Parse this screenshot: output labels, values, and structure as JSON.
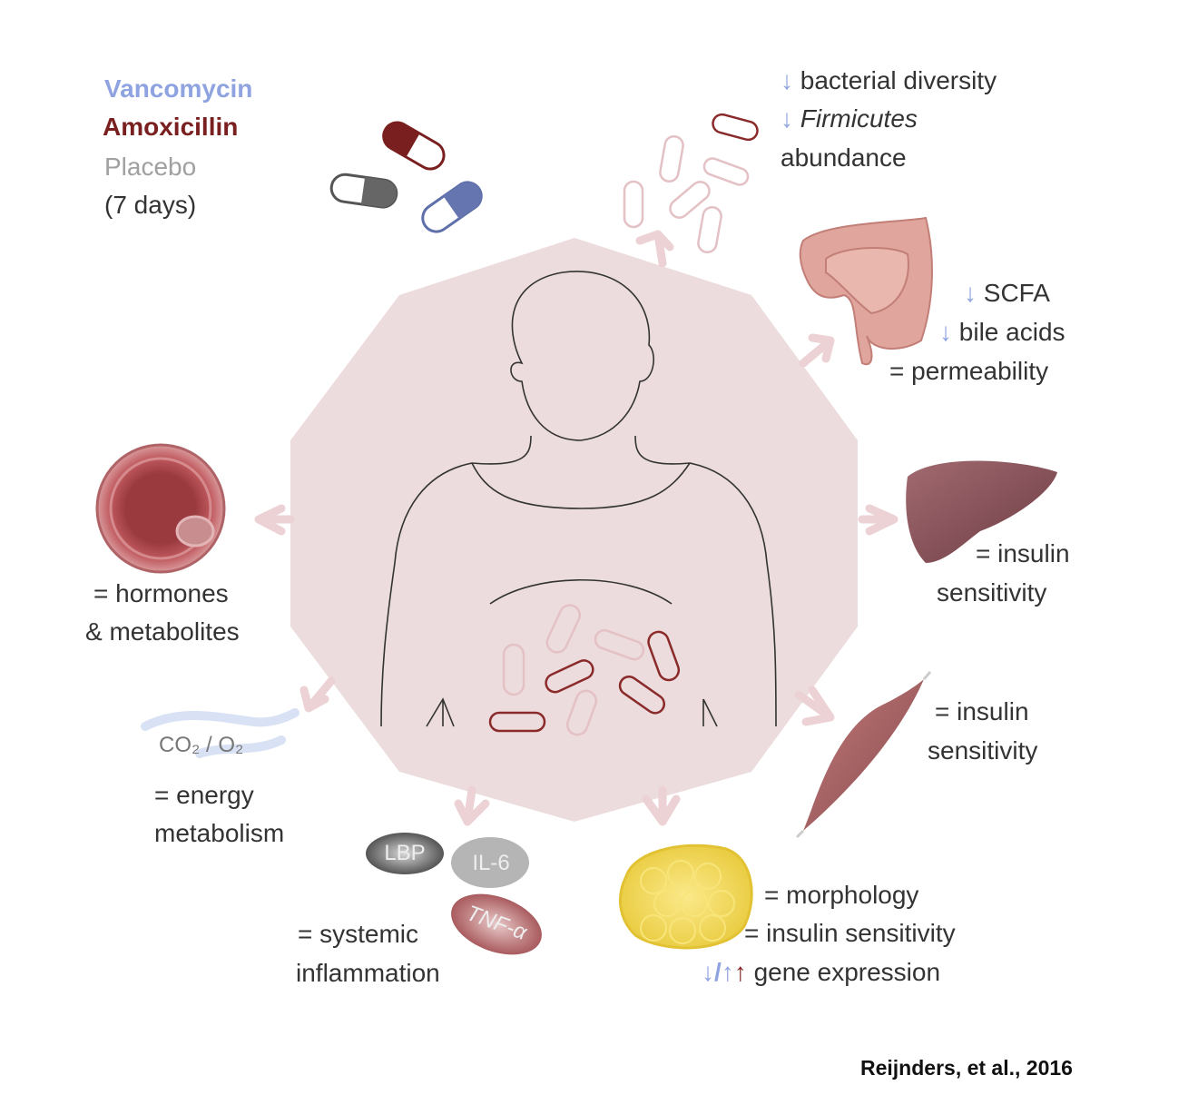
{
  "legend": {
    "vancomycin": "Vancomycin",
    "amoxicillin": "Amoxicillin",
    "placebo": "Placebo",
    "duration": "(7 days)"
  },
  "colors": {
    "vancomycin": "#8ea3e0",
    "amoxicillin": "#7a1f1f",
    "placebo": "#a0a0a0",
    "body": "#eddcdd",
    "arrow": "#ecd2d4"
  },
  "microbiota": {
    "line1": "bacterial diversity",
    "line2": "Firmicutes",
    "line3": "abundance"
  },
  "gut": {
    "line1": "SCFA",
    "line2": "bile acids",
    "line3": "= permeability"
  },
  "liver": {
    "line1": "= insulin",
    "line2": "sensitivity"
  },
  "muscle": {
    "line1": "= insulin",
    "line2": "sensitivity"
  },
  "adipose": {
    "line1": "= morphology",
    "line2": "= insulin sensitivity",
    "line3": "gene expression",
    "arrows": "↓/↑"
  },
  "blood": {
    "line1": "= hormones",
    "line2": "& metabolites"
  },
  "breath": {
    "label": "CO₂ / O₂",
    "line1": "= energy",
    "line2": "metabolism"
  },
  "inflammation": {
    "lbp": "LBP",
    "il6": "IL-6",
    "tnf": "TNF-α",
    "line1": "= systemic",
    "line2": "inflammation"
  },
  "down_arrow": "↓",
  "up_arrow": "↑",
  "citation": "Reijnders, et al., 2016"
}
